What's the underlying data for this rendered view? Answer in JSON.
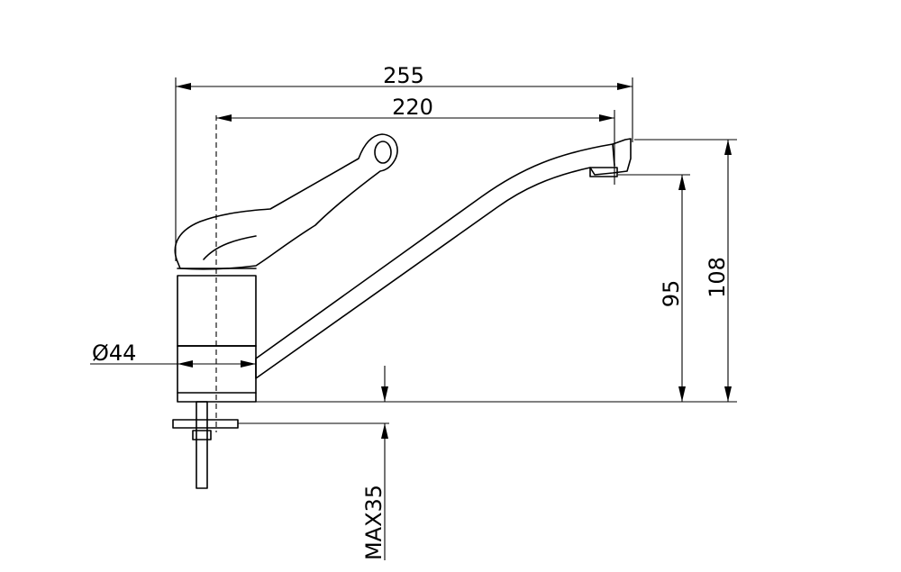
{
  "dimensions": {
    "overall_length": "255",
    "spout_reach": "220",
    "spout_height": "108",
    "outlet_height": "95",
    "body_diameter": "Ø44",
    "max_thickness": "MAX35"
  }
}
